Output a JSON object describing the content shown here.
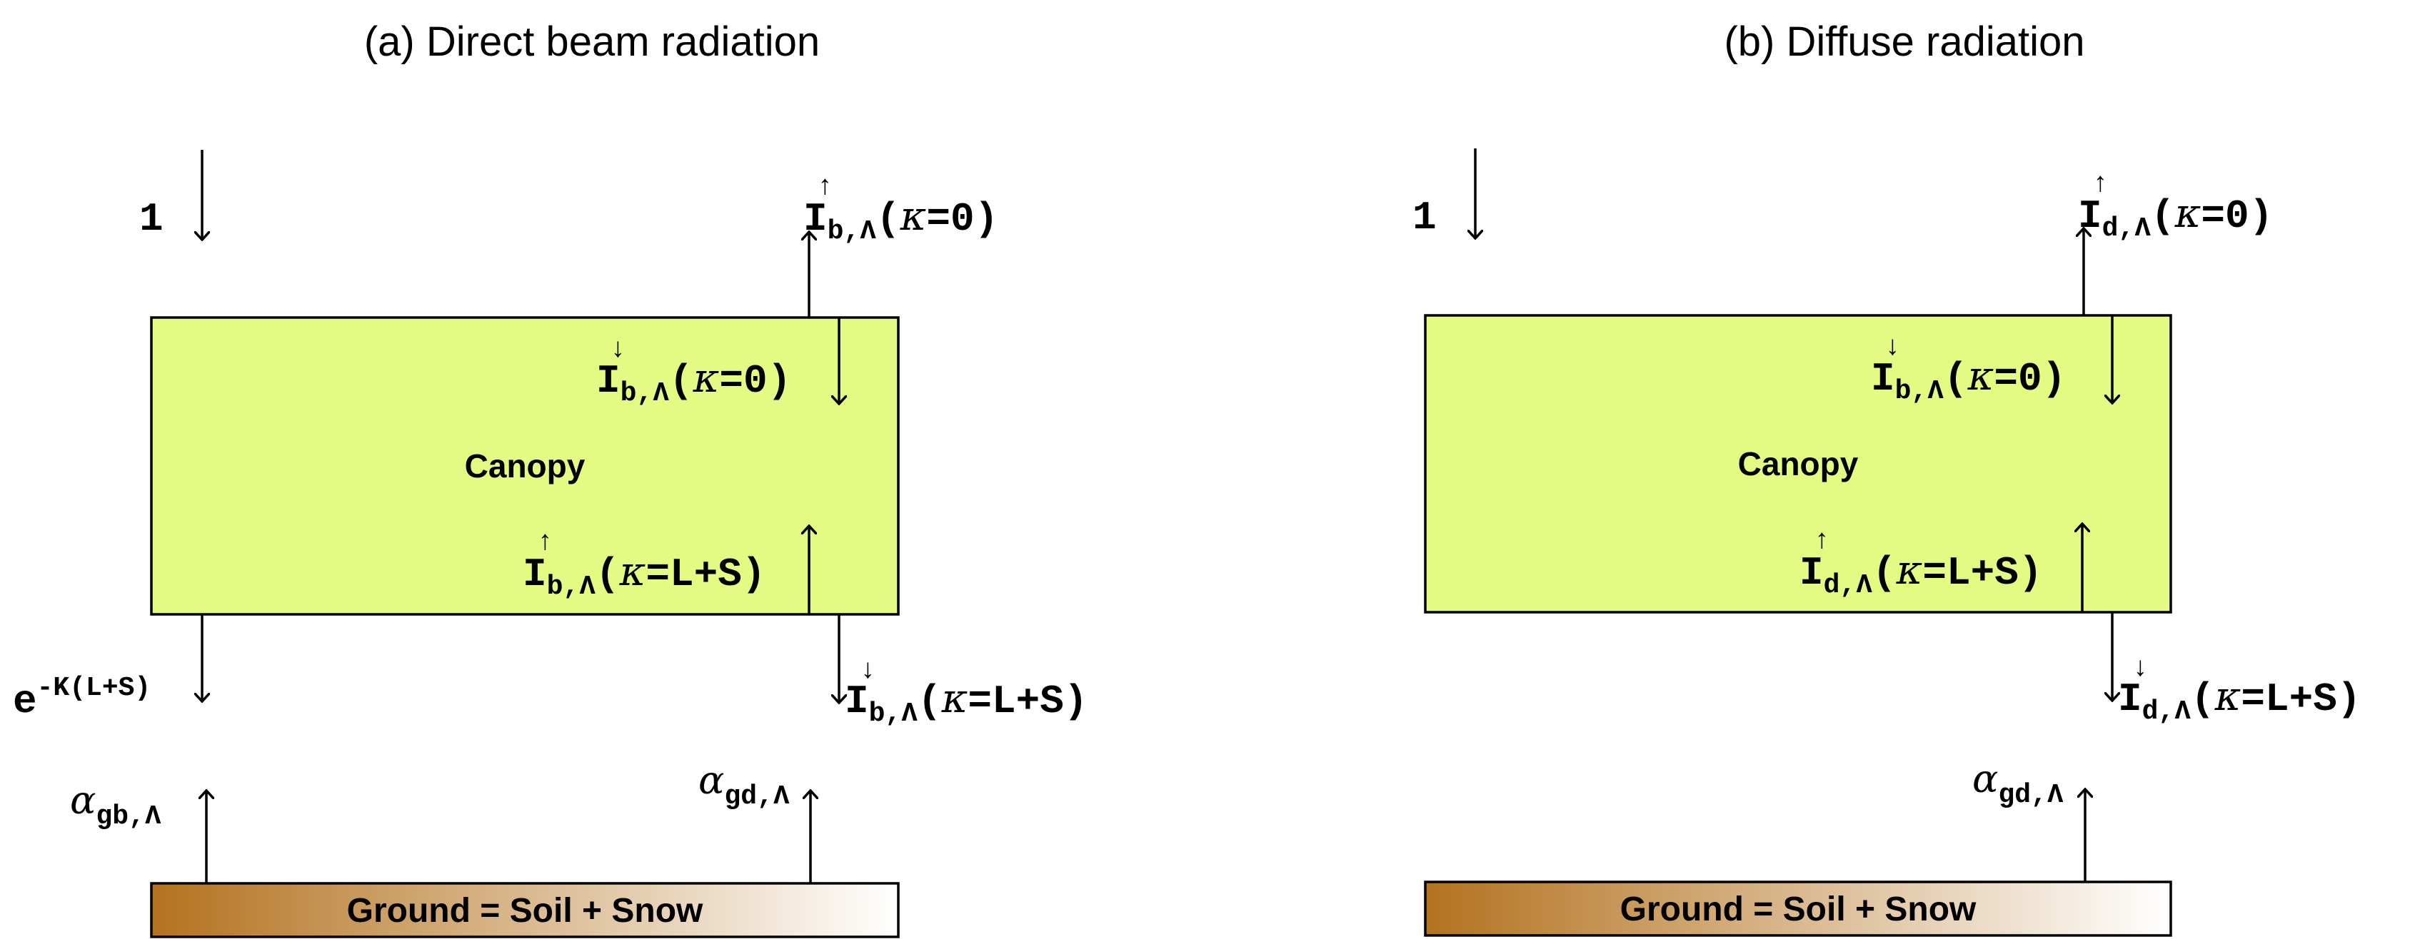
{
  "colors": {
    "canopy_fill": "#e3fa83",
    "ground_gradient_start": "#b3721f",
    "ground_gradient_end": "#ffffff",
    "line": "#000000"
  },
  "panel_a": {
    "title": "(a) Direct beam radiation",
    "incident": "1",
    "canopy_label": "Canopy",
    "ground_label": "Ground = Soil + Snow",
    "flux_up_top": {
      "base": "I",
      "dir": "↑",
      "sub": "b,Λ",
      "arg_open": "(",
      "kappa": "κ",
      "arg_rest": "=0)"
    },
    "flux_down_top": {
      "base": "I",
      "dir": "↓",
      "sub": "b,Λ",
      "arg_open": "(",
      "kappa": "κ",
      "arg_rest": "=0)"
    },
    "flux_up_bottom": {
      "base": "I",
      "dir": "↑",
      "sub": "b,Λ",
      "arg_open": "(",
      "kappa": "κ",
      "arg_rest": "=L+S)"
    },
    "flux_down_bottom": {
      "base": "I",
      "dir": "↓",
      "sub": "b,Λ",
      "arg_open": "(",
      "kappa": "κ",
      "arg_rest": "=L+S)"
    },
    "transmitted": {
      "base": "e",
      "exponent": "-K(L+S)"
    },
    "albedo_beam": {
      "symbol": "α",
      "sub": "gb,Λ"
    },
    "albedo_diffuse": {
      "symbol": "α",
      "sub": "gd,Λ"
    }
  },
  "panel_b": {
    "title": "(b) Diffuse radiation",
    "incident": "1",
    "canopy_label": "Canopy",
    "ground_label": "Ground = Soil + Snow",
    "flux_up_top": {
      "base": "I",
      "dir": "↑",
      "sub": "d,Λ",
      "arg_open": "(",
      "kappa": "κ",
      "arg_rest": "=0)"
    },
    "flux_down_top": {
      "base": "I",
      "dir": "↓",
      "sub": "b,Λ",
      "arg_open": "(",
      "kappa": "κ",
      "arg_rest": "=0)"
    },
    "flux_up_bottom": {
      "base": "I",
      "dir": "↑",
      "sub": "d,Λ",
      "arg_open": "(",
      "kappa": "κ",
      "arg_rest": "=L+S)"
    },
    "flux_down_bottom": {
      "base": "I",
      "dir": "↓",
      "sub": "d,Λ",
      "arg_open": "(",
      "kappa": "κ",
      "arg_rest": "=L+S)"
    },
    "albedo_diffuse": {
      "symbol": "α",
      "sub": "gd,Λ"
    }
  }
}
